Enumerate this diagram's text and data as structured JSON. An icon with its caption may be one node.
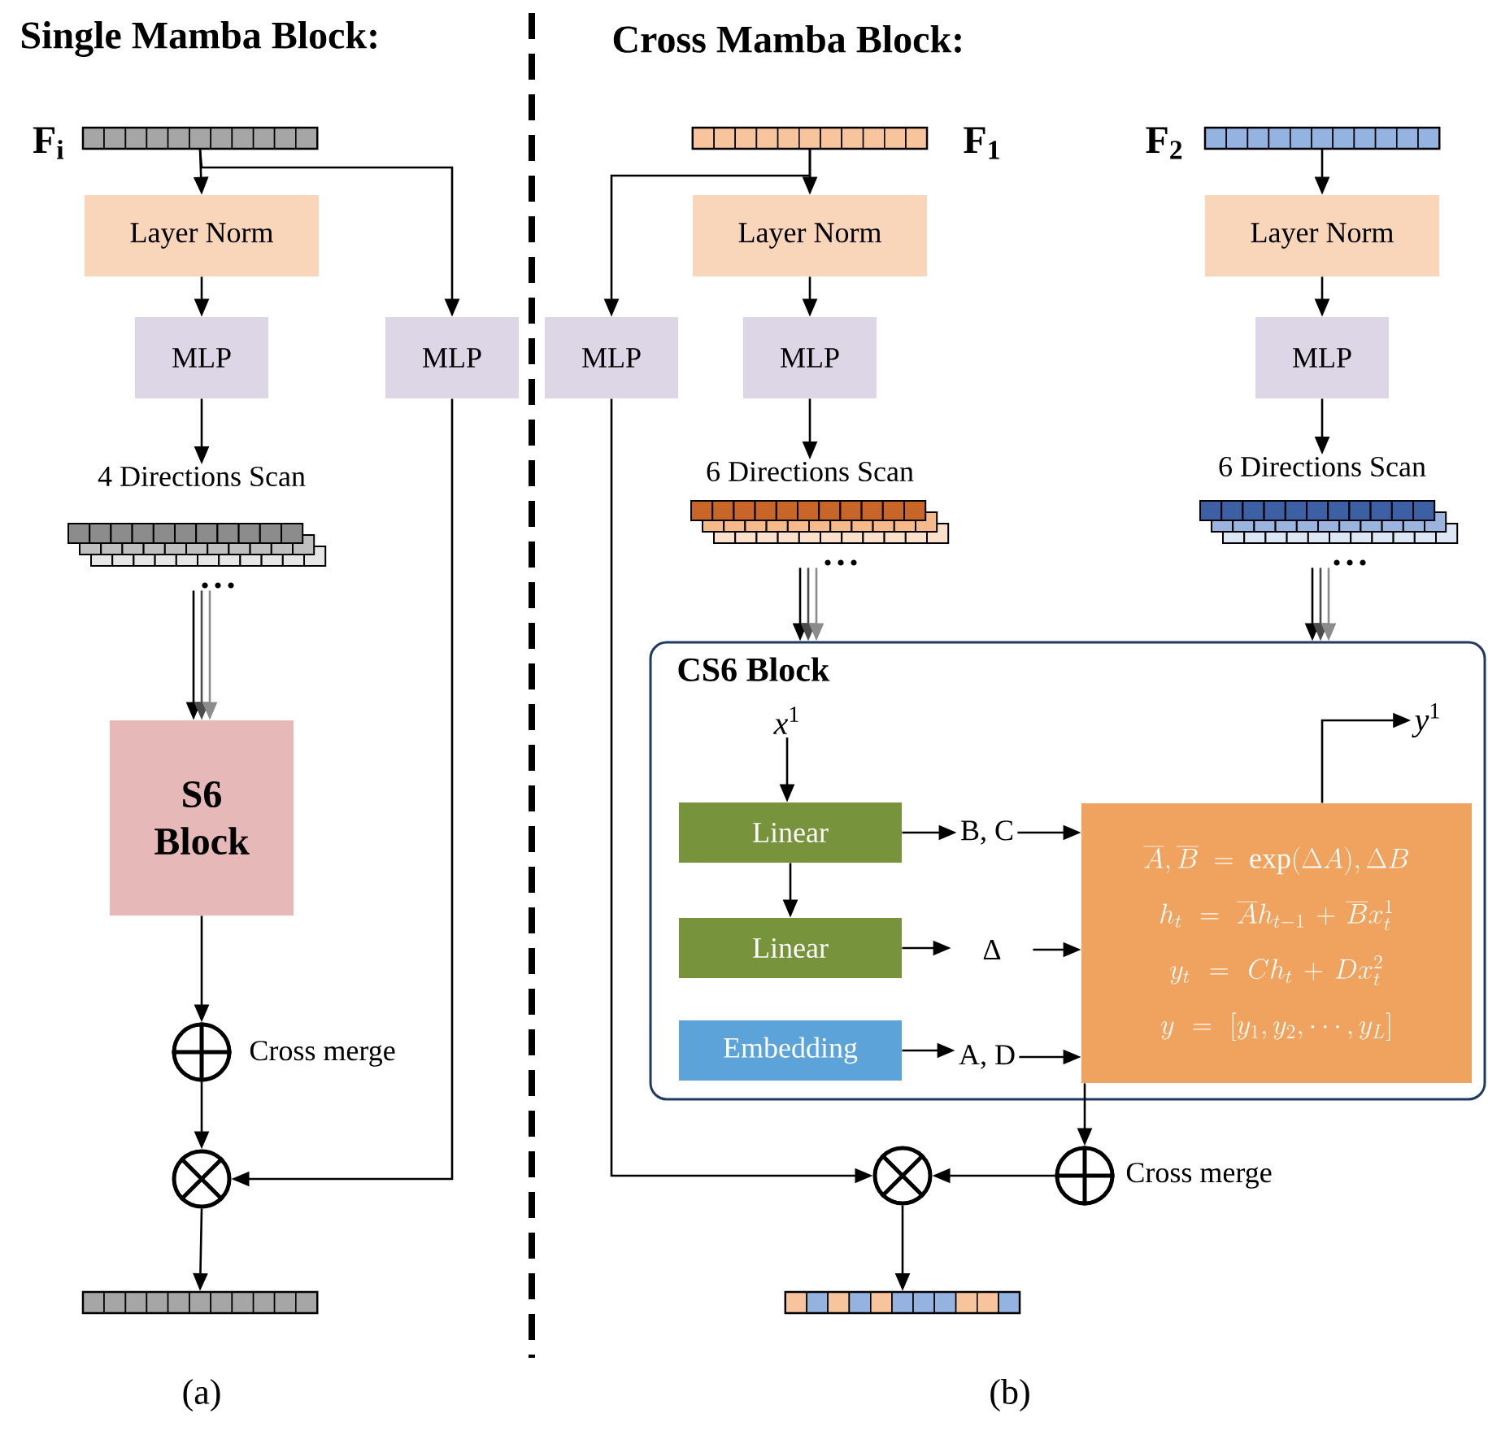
{
  "diagram": {
    "nodes": [
      {
        "text": [],
        "shape": "bar",
        "beside": [
          "F$_{i}$"
        ]
      },
      {
        "text": [
          "Layer Norm"
        ]
      },
      {
        "text": [
          "MLP"
        ]
      },
      {
        "text": [
          "MLP"
        ]
      },
      {
        "text": [
          "4 Directions Scan"
        ]
      },
      {
        "text": [
          "S6 Block"
        ]
      },
      {
        "text": [],
        "shape": "circle",
        "beside": [
          "Cross merge"
        ]
      },
      {
        "text": [],
        "shape": "circle"
      },
      {
        "text": [],
        "shape": "bar"
      },
      {
        "text": [],
        "shape": "bar",
        "beside": [
          "F$_{1}$"
        ]
      },
      {
        "text": [],
        "shape": "bar",
        "beside": [
          "F$_{2}$"
        ]
      },
      {
        "text": [
          "Layer Norm"
        ]
      },
      {
        "text": [
          "Layer Norm"
        ]
      },
      {
        "text": [
          "MLP"
        ]
      },
      {
        "text": [
          "MLP"
        ]
      },
      {
        "text": [
          "MLP"
        ]
      },
      {
        "text": [
          "6 Directions Scan"
        ]
      },
      {
        "text": [
          "6 Directions Scan"
        ]
      },
      {
        "text": [
          "CS6 Block"
        ]
      },
      {
        "text": [
          "*x*$^{1}$"
        ],
        "in": 18
      },
      {
        "text": [
          "Linear"
        ],
        "in": 18
      },
      {
        "text": [
          "Linear"
        ],
        "in": 18
      },
      {
        "text": [
          "Embedding"
        ],
        "in": 18
      },
      {
        "text": [
          "B, C"
        ],
        "in": 18
      },
      {
        "text": [
          "Δ"
        ],
        "in": 18
      },
      {
        "text": [
          "A, D"
        ],
        "in": 18
      },
      {
        "text": [
          "\\overline{A},\\overline{B}=\\exp(\\Delta A),\\Delta B",
          "h_t=\\overline{A}h_{t-1}+\\overline{B}x_t^1",
          "y_t=Ch_t+Dx_t^2",
          "y=[y_1,y_2,\\cdots,y_L]"
        ],
        "in": 18
      },
      {
        "text": [
          "*y*$^{1}$"
        ],
        "in": 18
      },
      {
        "text": [],
        "shape": "circle",
        "beside": [
          "Cross merge"
        ]
      },
      {
        "text": [],
        "shape": "circle"
      },
      {
        "text": [],
        "shape": "bar"
      }
    ],
    "edges": [
      {
        "from": 0,
        "to": 1,
        "arrow": "to"
      },
      {
        "from": 0,
        "to": 3,
        "arrow": "to"
      },
      {
        "from": 1,
        "to": 2,
        "arrow": "to"
      },
      {
        "from": 2,
        "to": 4,
        "arrow": "to"
      },
      {
        "from": 4,
        "to": 5,
        "arrow": "to"
      },
      {
        "from": 5,
        "to": 6,
        "arrow": "to"
      },
      {
        "from": 6,
        "to": 7,
        "arrow": "to"
      },
      {
        "from": 3,
        "to": 7,
        "arrow": "to"
      },
      {
        "from": 7,
        "to": 8,
        "arrow": "to"
      },
      {
        "from": 9,
        "to": 11,
        "arrow": "to"
      },
      {
        "from": 9,
        "to": 13,
        "arrow": "to"
      },
      {
        "from": 11,
        "to": 14,
        "arrow": "to"
      },
      {
        "from": 14,
        "to": 16,
        "arrow": "to"
      },
      {
        "from": 16,
        "to": 18,
        "arrow": "to"
      },
      {
        "from": 10,
        "to": 12,
        "arrow": "to"
      },
      {
        "from": 12,
        "to": 15,
        "arrow": "to"
      },
      {
        "from": 15,
        "to": 17,
        "arrow": "to"
      },
      {
        "from": 17,
        "to": 18,
        "arrow": "to"
      },
      {
        "from": 19,
        "to": 20,
        "arrow": "to"
      },
      {
        "from": 20,
        "to": 21,
        "arrow": "to"
      },
      {
        "from": 20,
        "to": 23,
        "arrow": "to"
      },
      {
        "from": 23,
        "to": 26,
        "arrow": "to"
      },
      {
        "from": 21,
        "to": 24,
        "arrow": "to"
      },
      {
        "from": 24,
        "to": 26,
        "arrow": "to"
      },
      {
        "from": 22,
        "to": 25,
        "arrow": "to"
      },
      {
        "from": 25,
        "to": 26,
        "arrow": "to"
      },
      {
        "from": 26,
        "to": 27,
        "arrow": "to"
      },
      {
        "from": 26,
        "to": 28,
        "arrow": "to"
      },
      {
        "from": 28,
        "to": 29,
        "arrow": "to"
      },
      {
        "from": 13,
        "to": 29,
        "arrow": "to"
      },
      {
        "from": 29,
        "to": 30,
        "arrow": "to"
      }
    ],
    "labels": [
      "Single Mamba Block:",
      "Cross Mamba Block:",
      "(a)",
      "(b)"
    ]
  }
}
